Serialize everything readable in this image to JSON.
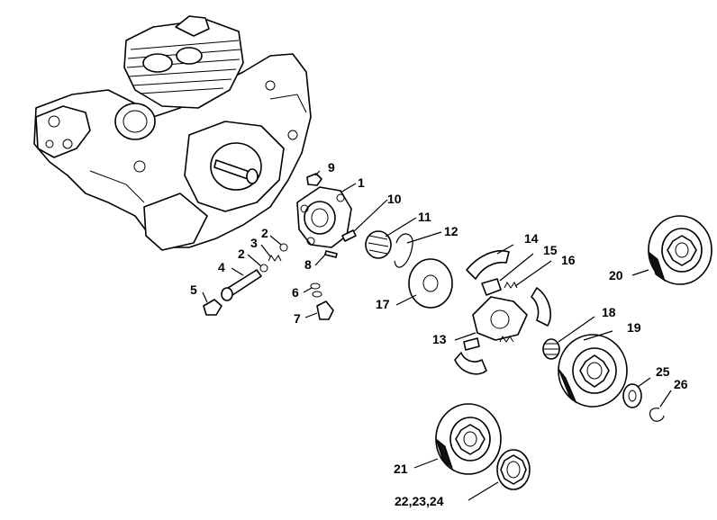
{
  "labels": {
    "p1": "1",
    "p2a": "2",
    "p2b": "2",
    "p3": "3",
    "p4": "4",
    "p5": "5",
    "p6": "6",
    "p7": "7",
    "p8": "8",
    "p9": "9",
    "p10": "10",
    "p11": "11",
    "p12": "12",
    "p13": "13",
    "p14": "14",
    "p15": "15",
    "p16": "16",
    "p17": "17",
    "p18": "18",
    "p19": "19",
    "p20": "20",
    "p21": "21",
    "p22": "22,23,24",
    "p25": "25",
    "p26": "26"
  }
}
